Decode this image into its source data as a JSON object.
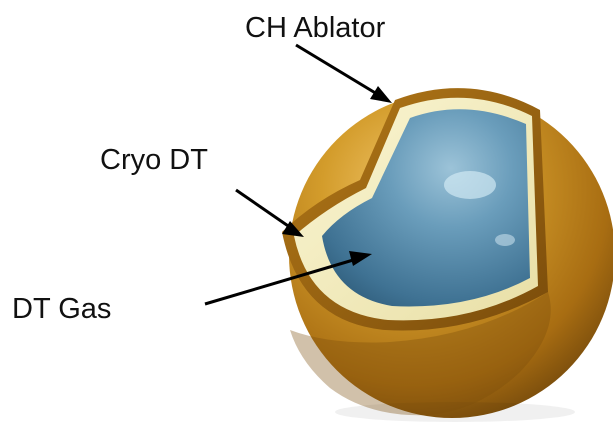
{
  "labels": {
    "ch_ablator": "CH Ablator",
    "cryo_dt": "Cryo DT",
    "dt_gas": "DT Gas"
  },
  "colors": {
    "ablator_shell": "#c8901e",
    "ablator_dark": "#7a4e0c",
    "cryo_layer": "#f4eec0",
    "dt_gas": "#5a8fae",
    "arrow": "#000000"
  }
}
